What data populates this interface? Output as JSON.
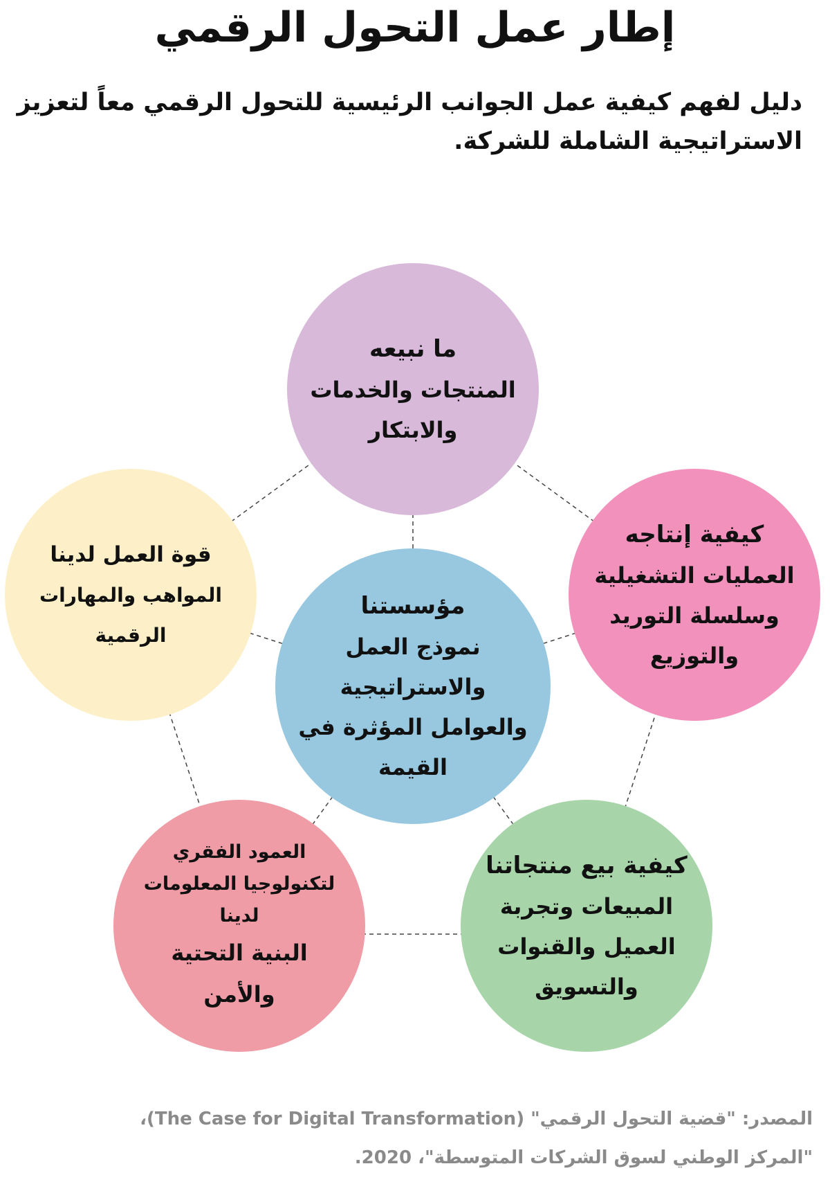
{
  "title": "إطار عمل التحول الرقمي",
  "subtitle": "دليل لفهم كيفية عمل الجوانب الرئيسية للتحول الرقمي معاً لتعزيز الاستراتيجية الشاملة للشركة.",
  "nodes": {
    "top": {
      "heading": "ما نبيعه",
      "text": "المنتجات والخدمات والابتكار",
      "color": "#d8b9d9"
    },
    "right": {
      "heading": "كيفية إنتاجه",
      "text": "العمليات التشغيلية وسلسلة التوريد والتوزيع",
      "color": "#f291bb"
    },
    "left": {
      "heading": "قوة العمل لدينا",
      "text": "المواهب والمهارات الرقمية",
      "color": "#fdf0c9"
    },
    "center": {
      "heading": "مؤسستنا",
      "text": "نموذج العمل والاستراتيجية والعوامل المؤثرة في القيمة",
      "color": "#97c8e0"
    },
    "bottom_left": {
      "text_top": "العمود الفقري لتكنولوجيا المعلومات لدينا",
      "heading": "البنية التحتية والأمن",
      "color": "#ef9ca6"
    },
    "bottom_right": {
      "heading": "كيفية بيع منتجاتنا",
      "text": "المبيعات وتجربة العميل والقنوات والتسويق",
      "color": "#a7d5a9"
    }
  },
  "source": {
    "line1": "المصدر: \"قضية التحول الرقمي\" (The Case for Digital Transformation)،",
    "line2": "\"المركز الوطني لسوق الشركات المتوسطة\"، 2020."
  }
}
